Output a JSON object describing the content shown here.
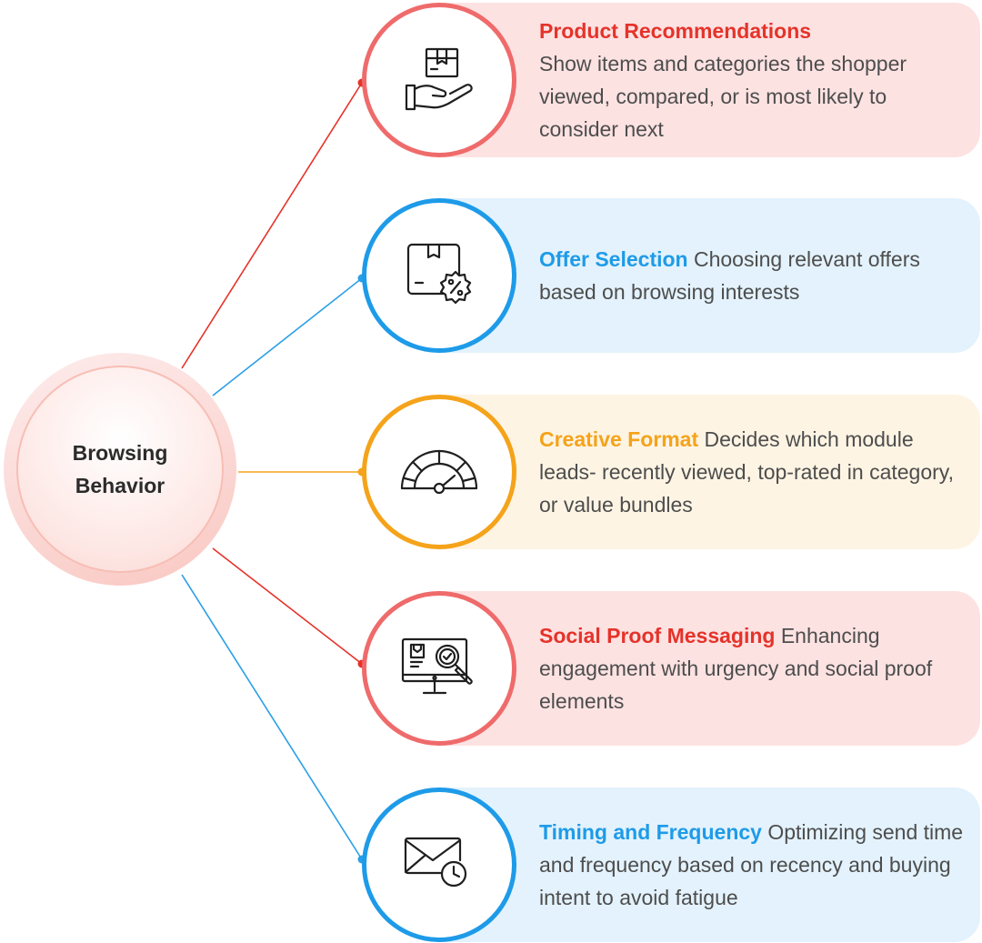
{
  "hub": {
    "title": "Browsing\nBehavior"
  },
  "items": [
    {
      "title": "Product Recommendations",
      "body": "Show items and categories the shopper viewed, compared, or is most likely to consider next",
      "title_on_own_line": true,
      "accent": "#e5332a",
      "ring": "#ef6b6b",
      "fill": "#fde2e2",
      "line": "#e5332a",
      "icon": "hand-box-icon"
    },
    {
      "title": "Offer Selection",
      "body": "Choosing relevant offers based on browsing interests",
      "title_on_own_line": false,
      "accent": "#1e9be8",
      "ring": "#1e9be8",
      "fill": "#e3f2fc",
      "line": "#2a9fe6",
      "icon": "discount-box-icon"
    },
    {
      "title": "Creative Format",
      "body": "Decides which module leads- recently viewed, top-rated in category, or value bundles",
      "title_on_own_line": false,
      "accent": "#f5a31a",
      "ring": "#f5a31a",
      "fill": "#fef4e4",
      "line": "#f5a31a",
      "icon": "gauge-icon"
    },
    {
      "title": "Social Proof Messaging",
      "body": "Enhancing engagement with urgency and social proof elements",
      "title_on_own_line": false,
      "accent": "#e5332a",
      "ring": "#ef6b6b",
      "fill": "#fde2e2",
      "line": "#e5332a",
      "icon": "monitor-search-icon"
    },
    {
      "title": "Timing and Frequency",
      "body": "Optimizing send time and frequency based on recency and buying intent to avoid fatigue",
      "title_on_own_line": false,
      "accent": "#1e9be8",
      "ring": "#1e9be8",
      "fill": "#e3f2fc",
      "line": "#2a9fe6",
      "icon": "mail-clock-icon"
    }
  ]
}
